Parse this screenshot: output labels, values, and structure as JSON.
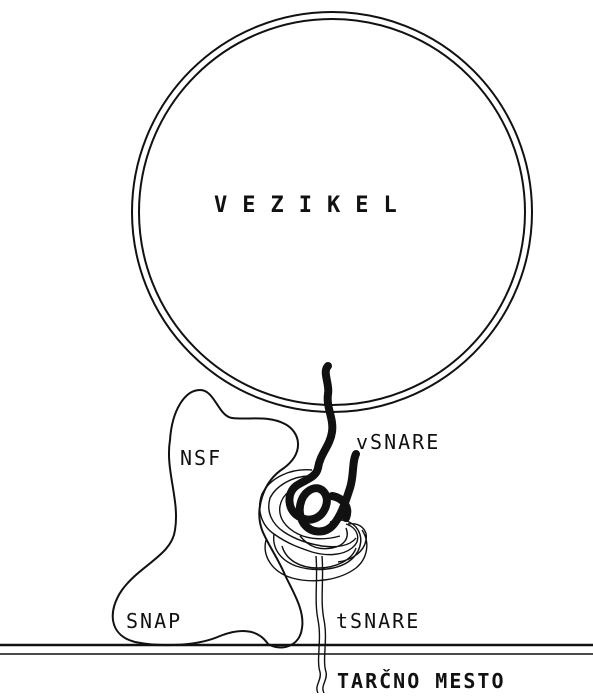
{
  "labels": {
    "vesicle": "VEZIKEL",
    "nsf": "NSF",
    "vsnare": "vSNARE",
    "snap": "SNAP",
    "tsnare": "tSNARE",
    "target_site": "TARČNO MESTO"
  },
  "colors": {
    "line": "#111111",
    "background": "#ffffff"
  }
}
